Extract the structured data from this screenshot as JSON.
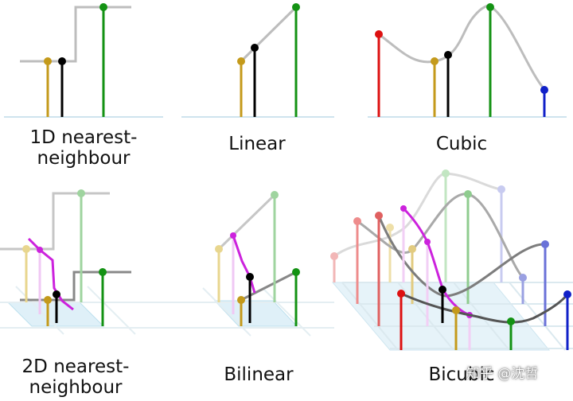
{
  "panels": [
    {
      "id": "nearest1d",
      "label_lines": [
        "1D nearest-",
        "neighbour"
      ]
    },
    {
      "id": "linear",
      "label_lines": [
        "Linear"
      ]
    },
    {
      "id": "cubic",
      "label_lines": [
        "Cubic"
      ]
    },
    {
      "id": "nearest2d",
      "label_lines": [
        "2D nearest-",
        "neighbour"
      ]
    },
    {
      "id": "bilinear",
      "label_lines": [
        "Bilinear"
      ]
    },
    {
      "id": "bicubic",
      "label_lines": [
        "Bicubic"
      ]
    }
  ],
  "watermark": "知乎 @沈哲",
  "colors": {
    "curve": "#b3b3b3",
    "curve_2d": "#777777",
    "sample_a": "#c49a1b",
    "sample_b": "#139213",
    "cubic_left": "#dd1111",
    "cubic_right": "#1020c8",
    "interpolated": "#000000",
    "surface_path": "#cc22dd",
    "grid_floor": "#d4ecf7"
  }
}
